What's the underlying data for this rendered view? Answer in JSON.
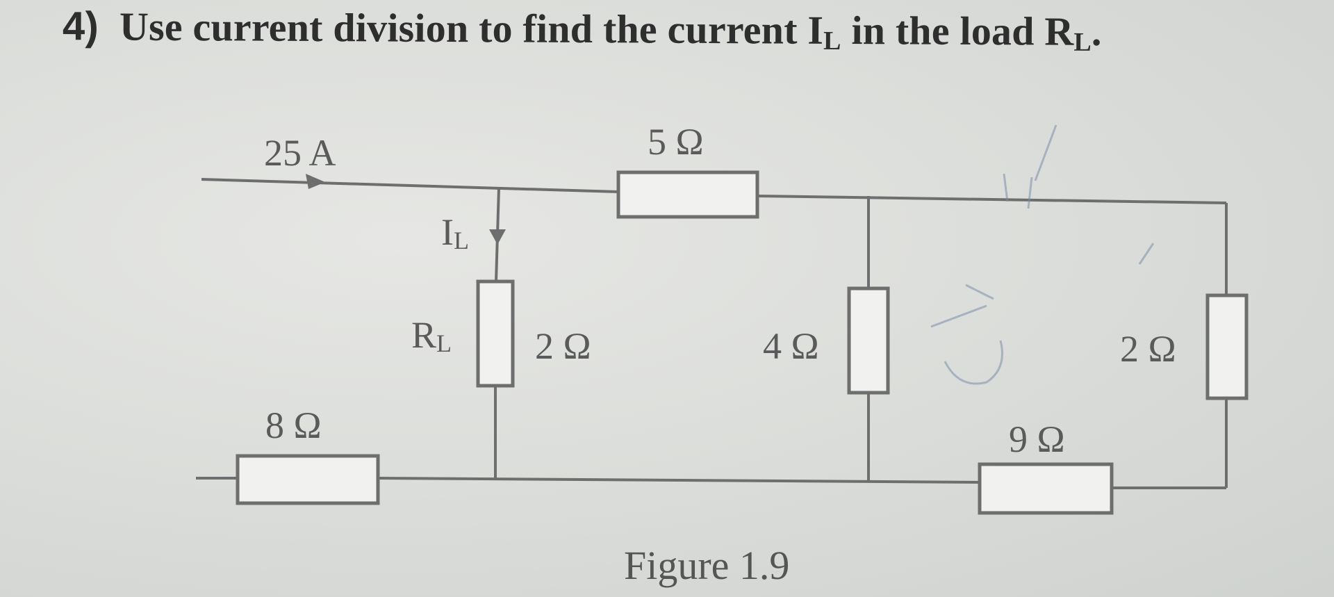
{
  "question": {
    "number": "4)",
    "text_before": "Use current division to find the current I",
    "sub1": "L",
    "text_middle": " in the load R",
    "sub2": "L",
    "text_end": "."
  },
  "labels": {
    "source_current": "25 A",
    "r_top": "5 Ω",
    "i_load_main": "I",
    "i_load_sub": "L",
    "r_load_main": "R",
    "r_load_sub": "L",
    "r_load_value": "2 Ω",
    "r_middle": "4 Ω",
    "r_right": "2 Ω",
    "r_bottom_left": "8 Ω",
    "r_bottom_right": "9 Ω"
  },
  "caption": "Figure 1.9"
}
